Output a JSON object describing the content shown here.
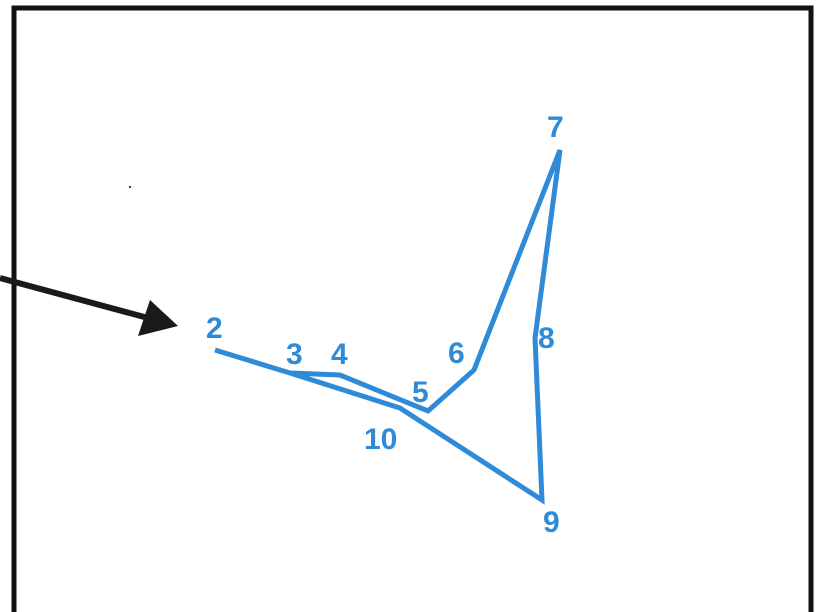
{
  "colors": {
    "shape": "#2f8ad8",
    "frame": "#111111",
    "arrow": "#1a1a1a",
    "background": "#ffffff"
  },
  "labels": {
    "v2": "2",
    "v3": "3",
    "v4": "4",
    "v5": "5",
    "v6": "6",
    "v7": "7",
    "v8": "8",
    "v9": "9",
    "v10": "10"
  }
}
